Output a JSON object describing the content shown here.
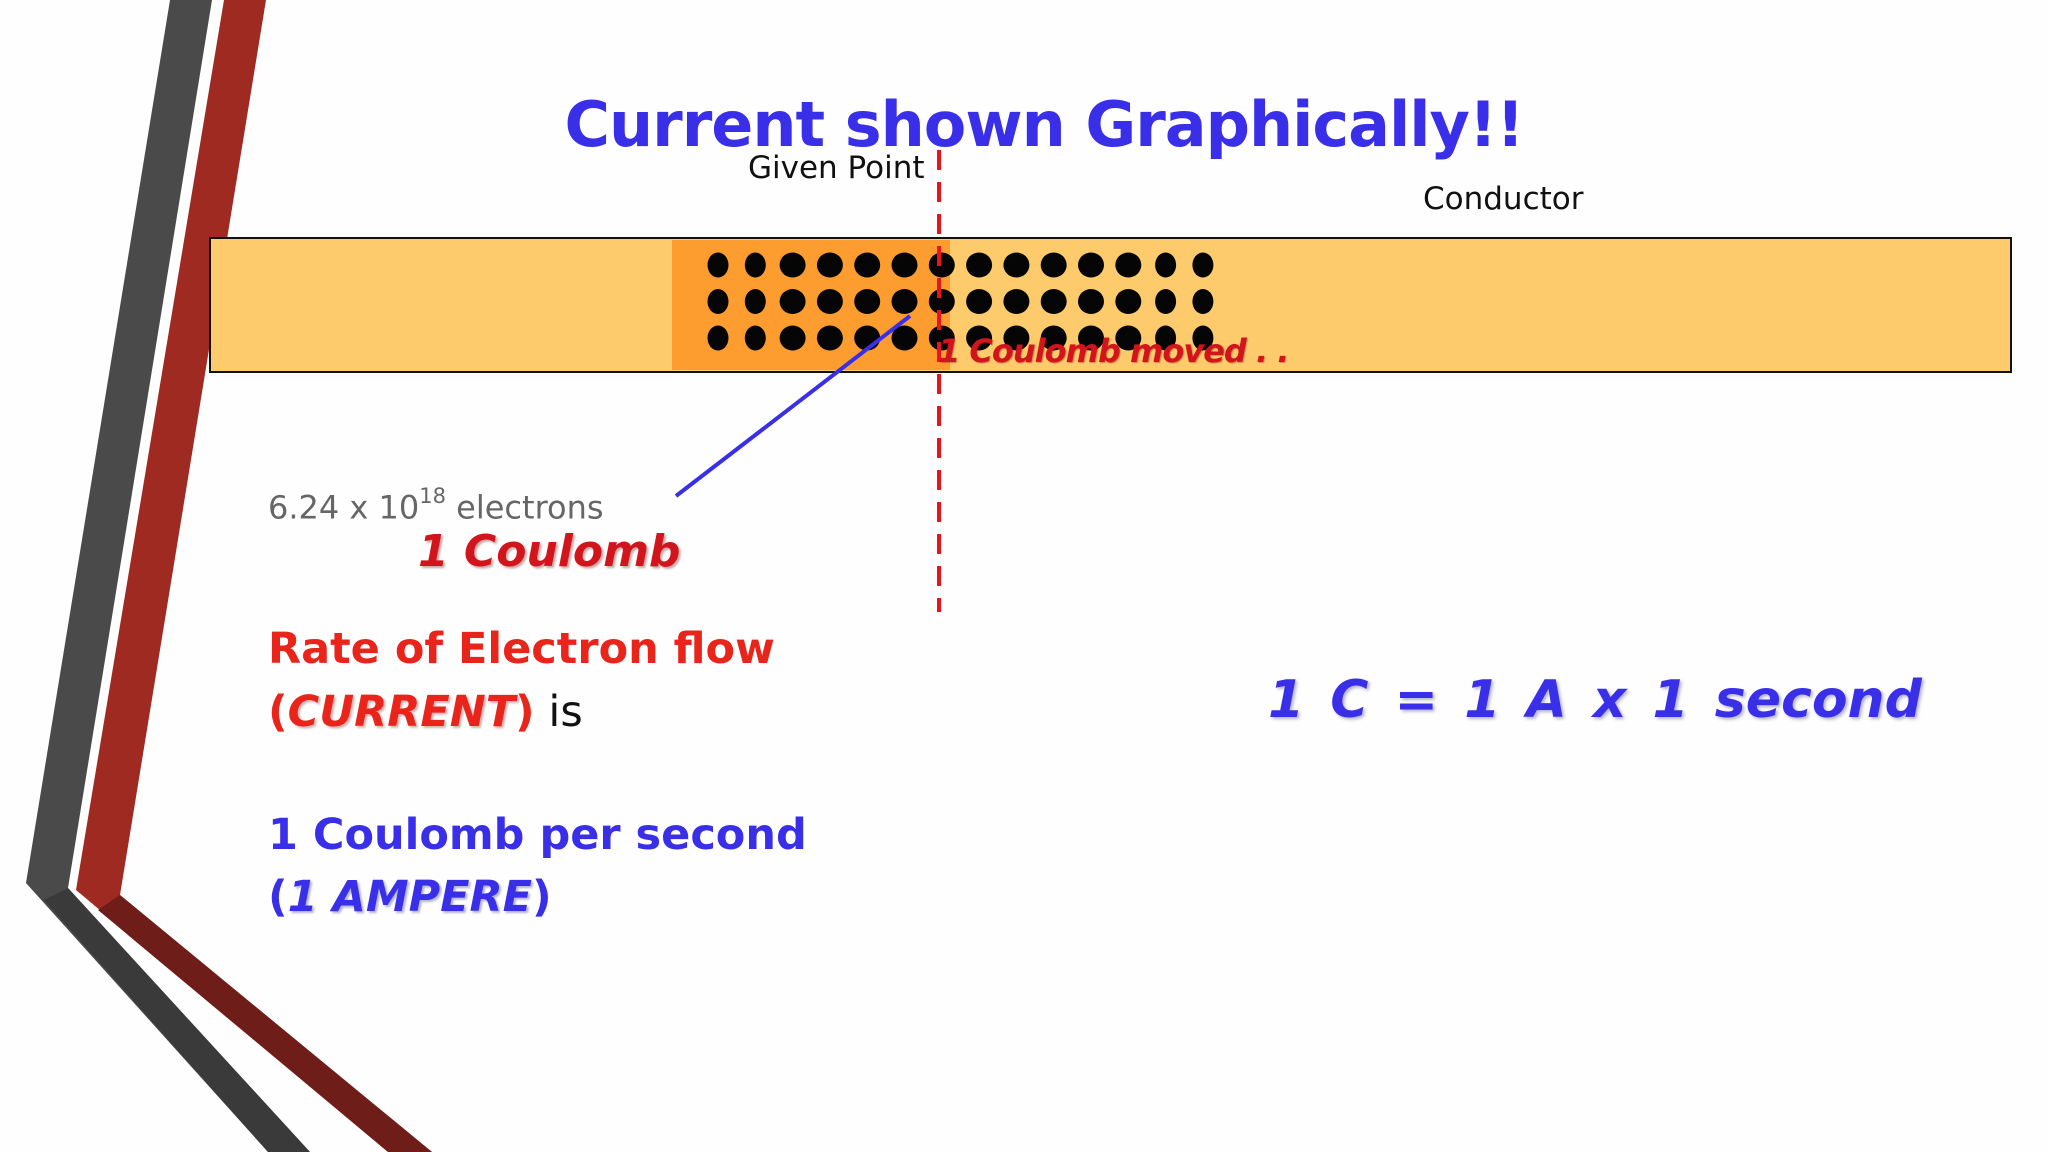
{
  "slide": {
    "title": "Current shown Graphically!!",
    "given_point_label": "Given Point",
    "conductor_label": "Conductor",
    "moved_label": "1 Coulomb moved . .",
    "electron_count": {
      "base": "6.24 x 10",
      "exponent": "18",
      "unit": " electrons"
    },
    "coulomb_label": "1 Coulomb",
    "rate": {
      "line1": "Rate of Electron flow",
      "open_paren": "(",
      "current": "CURRENT",
      "close_paren": ")",
      "is": " is"
    },
    "per_second": {
      "line1": "1 Coulomb per second",
      "open_paren": "(",
      "ampere": "1 AMPERE",
      "close_paren": ")"
    },
    "equation": "1 C  =  1 A  x    1 second"
  },
  "diagram": {
    "electron_rows": 3,
    "electron_columns": 14
  },
  "colors": {
    "title_blue": "#3a2fe8",
    "accent_red": "#d2141d",
    "conductor_fill": "#fdcb6b",
    "coulomb_fill": "#fd9d2f",
    "probe_line": "#e8141d",
    "pointer_line": "#3a2fe8",
    "decor_gray": "#4a4a4a",
    "decor_red": "#9e2a22"
  }
}
